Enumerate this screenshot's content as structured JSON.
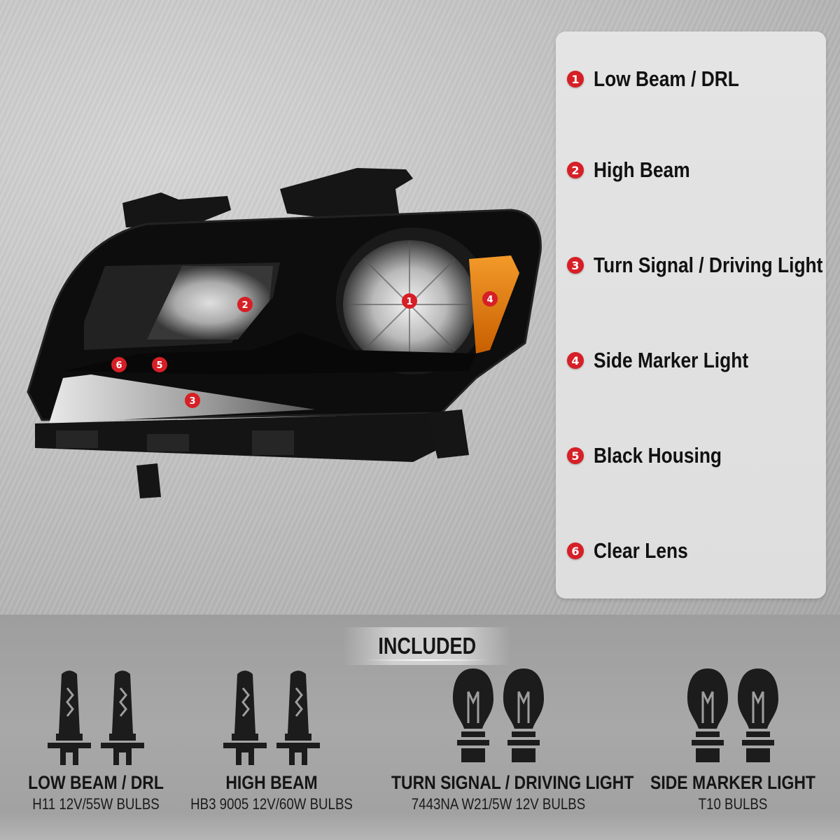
{
  "callouts": [
    {
      "num": "1",
      "label": "Low Beam / DRL"
    },
    {
      "num": "2",
      "label": "High Beam"
    },
    {
      "num": "3",
      "label": "Turn Signal / Driving Light"
    },
    {
      "num": "4",
      "label": "Side Marker Light"
    },
    {
      "num": "5",
      "label": "Black Housing"
    },
    {
      "num": "6",
      "label": "Clear Lens"
    }
  ],
  "product_markers": [
    "1",
    "2",
    "3",
    "4",
    "5",
    "6"
  ],
  "included": {
    "title": "INCLUDED",
    "groups": [
      {
        "title": "LOW BEAM / DRL",
        "sub": "H11 12V/55W BULBS",
        "icon": "halogen-bulb-icon"
      },
      {
        "title": "HIGH BEAM",
        "sub": "HB3 9005 12V/60W BULBS",
        "icon": "halogen-bulb-icon"
      },
      {
        "title": "TURN SIGNAL / DRIVING LIGHT",
        "sub": "7443NA W21/5W 12V BULBS",
        "icon": "wedge-bulb-icon"
      },
      {
        "title": "SIDE MARKER LIGHT",
        "sub": "T10 BULBS",
        "icon": "wedge-bulb-icon"
      }
    ]
  },
  "colors": {
    "badge": "#d61f26",
    "amber": "#e07b10",
    "housing": "#0d0d0d"
  }
}
